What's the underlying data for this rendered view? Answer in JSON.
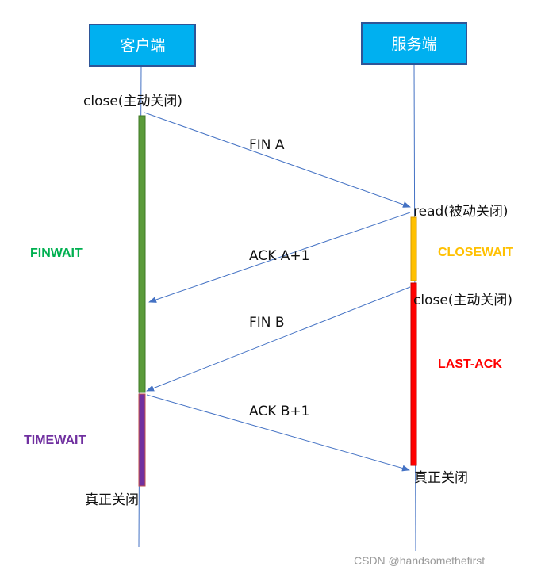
{
  "participants": {
    "client": "客户端",
    "server": "服务端"
  },
  "events": {
    "client_close": "close(主动关闭)",
    "server_read": "read(被动关闭)",
    "server_close": "close(主动关闭)",
    "server_real_close": "真正关闭",
    "client_real_close": "真正关闭"
  },
  "messages": {
    "fin_a": "FIN A",
    "ack_a": "ACK A+1",
    "fin_b": "FIN B",
    "ack_b": "ACK B+1"
  },
  "states": {
    "finwait": "FINWAIT",
    "timewait": "TIMEWAIT",
    "closewait": "CLOSEWAIT",
    "last_ack": "LAST-ACK"
  },
  "colors": {
    "box_fill": "#00b0f0",
    "box_stroke": "#2f5597",
    "line": "#4472c4",
    "finwait": "#00b050",
    "timewait": "#7030a0",
    "closewait": "#ffc000",
    "last_ack": "#ff0000",
    "bar_green": "#5b9b3a",
    "bar_purple": "#7030a0",
    "bar_yellow": "#ffc000",
    "bar_red": "#ff0000"
  },
  "watermark": "CSDN @handsomethefirst"
}
